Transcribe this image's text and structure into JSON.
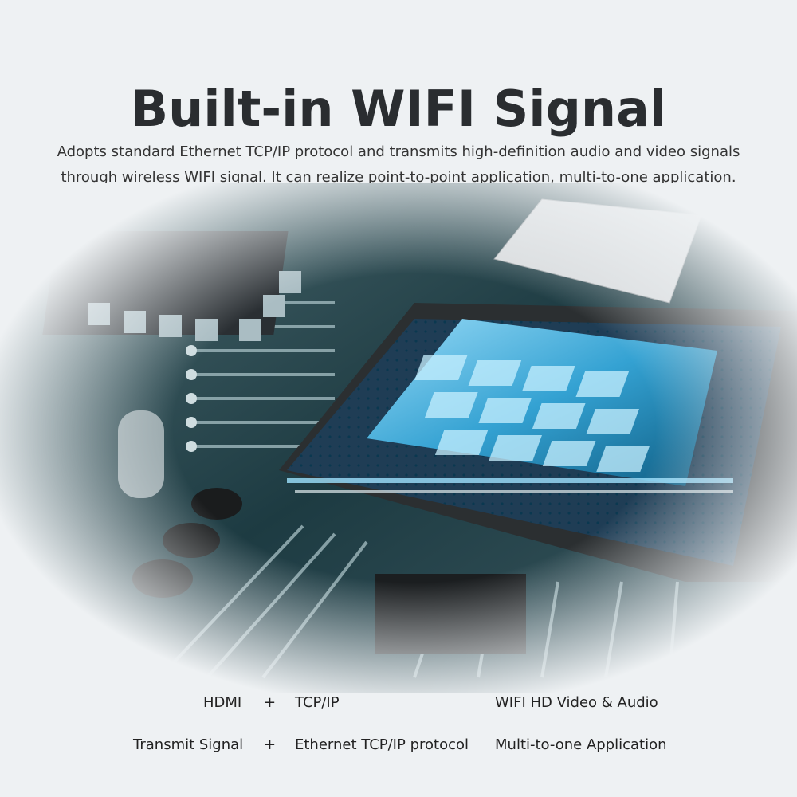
{
  "title": "Built-in WIFI Signal",
  "subtitle": {
    "line1": "Adopts standard Ethernet TCP/IP protocol and transmits high-definition audio and video signals",
    "line2": "through wireless WIFI signal. It can realize point-to-point application, multi-to-one application."
  },
  "features": {
    "row1": {
      "a": "HDMI",
      "plus": "+",
      "b": "TCP/IP",
      "c": "WIFI HD Video & Audio"
    },
    "row2": {
      "a": "Transmit Signal",
      "plus": "+",
      "b": "Ethernet TCP/IP protocol",
      "c": "Multi-to-one Application"
    }
  },
  "colors": {
    "board": "#1f3a40",
    "chip_glow": "#3fb6e8",
    "background": "#eef1f3"
  }
}
